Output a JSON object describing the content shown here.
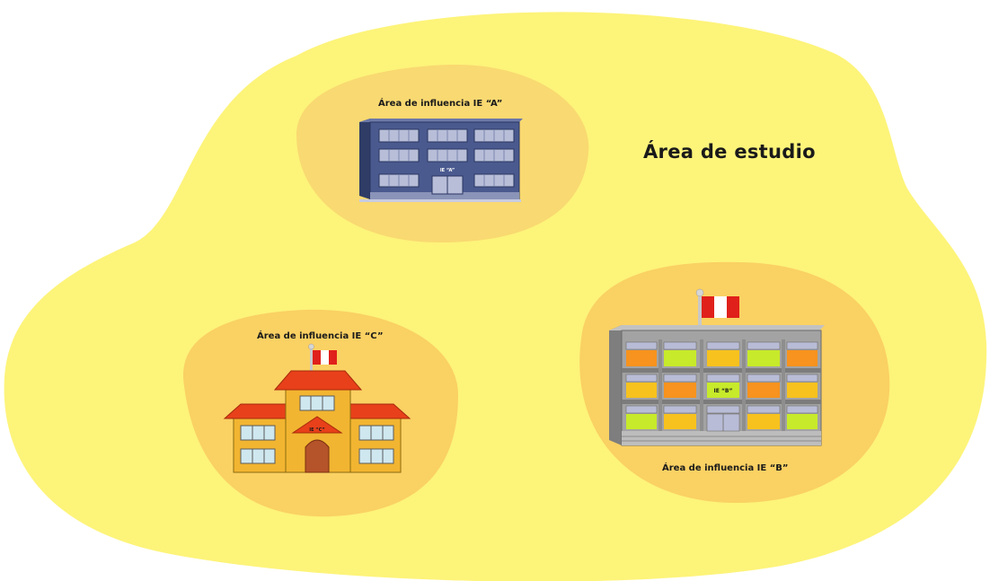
{
  "study_area": {
    "label": "Área de estudio",
    "color": "#fdf47a"
  },
  "influence_areas": {
    "a": {
      "label": "Área de influencia IE “A”",
      "building_tag": "IE “A”",
      "color": "#f9d971"
    },
    "b": {
      "label": "Área de influencia IE “B”",
      "building_tag": "IE “B”",
      "color": "#fad163"
    },
    "c": {
      "label": "Área de influencia IE “C”",
      "building_tag": "IE “C”",
      "color": "#fad163"
    }
  },
  "buildings": {
    "a": {
      "icon": "office-building-icon",
      "color": "#4a5a8f"
    },
    "b": {
      "icon": "school-building-with-flag-icon",
      "color": "#9a9a9a"
    },
    "c": {
      "icon": "colonial-school-with-flag-icon",
      "color": "#f2b531"
    }
  },
  "flag_colors": {
    "red": "#e0201a",
    "white": "#ffffff"
  }
}
